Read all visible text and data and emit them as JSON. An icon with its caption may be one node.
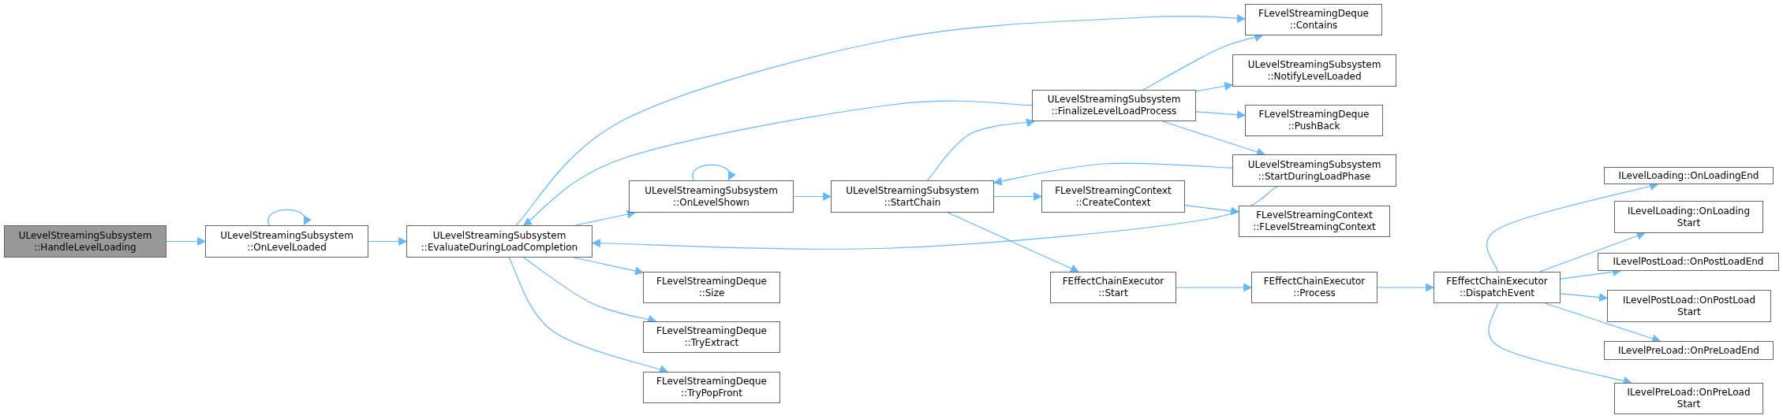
{
  "diagram": {
    "nodes": [
      {
        "text": [
          "ULevelStreamingSubsystem ::HandleLevelLoading"
        ]
      },
      {
        "text": [
          "ULevelStreamingSubsystem ::OnLevelLoaded"
        ]
      },
      {
        "text": [
          "ULevelStreamingSubsystem ::EvaluateDuringLoadCompletion"
        ]
      },
      {
        "text": [
          "ULevelStreamingSubsystem ::OnLevelShown"
        ]
      },
      {
        "text": [
          "FLevelStreamingDeque ::Size"
        ]
      },
      {
        "text": [
          "FLevelStreamingDeque ::TryExtract"
        ]
      },
      {
        "text": [
          "FLevelStreamingDeque ::TryPopFront"
        ]
      },
      {
        "text": [
          "ULevelStreamingSubsystem ::StartChain"
        ]
      },
      {
        "text": [
          "ULevelStreamingSubsystem ::FinalizeLevelLoadProcess"
        ]
      },
      {
        "text": [
          "FLevelStreamingContext ::CreateContext"
        ]
      },
      {
        "text": [
          "FEffectChainExecutor ::Start"
        ]
      },
      {
        "text": [
          "FLevelStreamingDeque ::Contains"
        ]
      },
      {
        "text": [
          "ULevelStreamingSubsystem ::NotifyLevelLoaded"
        ]
      },
      {
        "text": [
          "FLevelStreamingDeque ::PushBack"
        ]
      },
      {
        "text": [
          "ULevelStreamingSubsystem ::StartDuringLoadPhase"
        ]
      },
      {
        "text": [
          "FLevelStreamingContext ::FLevelStreamingContext"
        ]
      },
      {
        "text": [
          "FEffectChainExecutor ::Process"
        ]
      },
      {
        "text": [
          "FEffectChainExecutor ::DispatchEvent"
        ]
      },
      {
        "text": [
          "ILevelLoading::OnLoadingEnd"
        ]
      },
      {
        "text": [
          "ILevelLoading::OnLoading Start"
        ]
      },
      {
        "text": [
          "ILevelPostLoad::OnPostLoadEnd"
        ]
      },
      {
        "text": [
          "ILevelPostLoad::OnPostLoad Start"
        ]
      },
      {
        "text": [
          "ILevelPreLoad::OnPreLoadEnd"
        ]
      },
      {
        "text": [
          "ILevelPreLoad::OnPreLoad Start"
        ]
      }
    ],
    "edges": [
      {
        "from": 0,
        "to": 1,
        "arrow": "to"
      },
      {
        "from": 1,
        "to": 1,
        "arrow": "to"
      },
      {
        "from": 1,
        "to": 2,
        "arrow": "to"
      },
      {
        "from": 2,
        "to": 11,
        "arrow": "to"
      },
      {
        "from": 2,
        "to": 3,
        "arrow": "to"
      },
      {
        "from": 2,
        "to": 4,
        "arrow": "to"
      },
      {
        "from": 2,
        "to": 5,
        "arrow": "to"
      },
      {
        "from": 2,
        "to": 6,
        "arrow": "to"
      },
      {
        "from": 3,
        "to": 3,
        "arrow": "to"
      },
      {
        "from": 3,
        "to": 7,
        "arrow": "to"
      },
      {
        "from": 7,
        "to": 8,
        "arrow": "to"
      },
      {
        "from": 7,
        "to": 9,
        "arrow": "to"
      },
      {
        "from": 7,
        "to": 10,
        "arrow": "to"
      },
      {
        "from": 8,
        "to": 2,
        "arrow": "to"
      },
      {
        "from": 8,
        "to": 11,
        "arrow": "to"
      },
      {
        "from": 8,
        "to": 12,
        "arrow": "to"
      },
      {
        "from": 8,
        "to": 13,
        "arrow": "to"
      },
      {
        "from": 8,
        "to": 14,
        "arrow": "to"
      },
      {
        "from": 14,
        "to": 7,
        "arrow": "to"
      },
      {
        "from": 14,
        "to": 2,
        "arrow": "to"
      },
      {
        "from": 9,
        "to": 15,
        "arrow": "to"
      },
      {
        "from": 10,
        "to": 16,
        "arrow": "to"
      },
      {
        "from": 16,
        "to": 17,
        "arrow": "to"
      },
      {
        "from": 17,
        "to": 18,
        "arrow": "to"
      },
      {
        "from": 17,
        "to": 19,
        "arrow": "to"
      },
      {
        "from": 17,
        "to": 20,
        "arrow": "to"
      },
      {
        "from": 17,
        "to": 21,
        "arrow": "to"
      },
      {
        "from": 17,
        "to": 22,
        "arrow": "to"
      },
      {
        "from": 17,
        "to": 23,
        "arrow": "to"
      }
    ]
  }
}
